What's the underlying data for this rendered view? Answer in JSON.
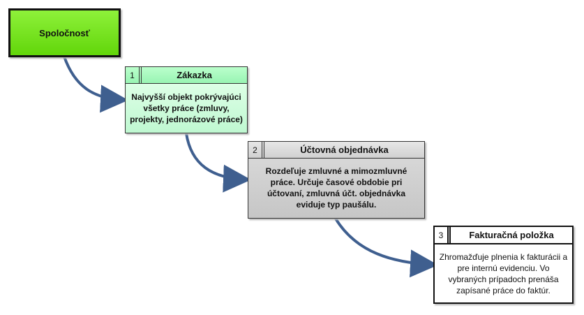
{
  "diagram": {
    "root": {
      "label": "Spoločnosť"
    },
    "nodes": [
      {
        "number": "1",
        "title": "Zákazka",
        "description": "Najvyšší objekt pokrývajúci všetky  práce (zmluvy, projekty, jednorázové práce)"
      },
      {
        "number": "2",
        "title": "Účtovná objednávka",
        "description": "Rozdeľuje zmluvné a mimozmluvné práce. Určuje časové obdobie pri účtovaní, zmluvná účt. objednávka eviduje typ paušálu."
      },
      {
        "number": "3",
        "title": "Fakturačná položka",
        "description": "Zhromažďuje plnenia k fakturácii a pre internú evidenciu. Vo vybraných prípadoch prenáša zapísané práce do faktúr."
      }
    ]
  },
  "colors": {
    "root_fill": "#62d60a",
    "zakazka_fill": "#c9ffd8",
    "objednavka_fill": "#cfcfcf",
    "polozka_fill": "#ffffff",
    "connector": "#3f5f8f"
  }
}
